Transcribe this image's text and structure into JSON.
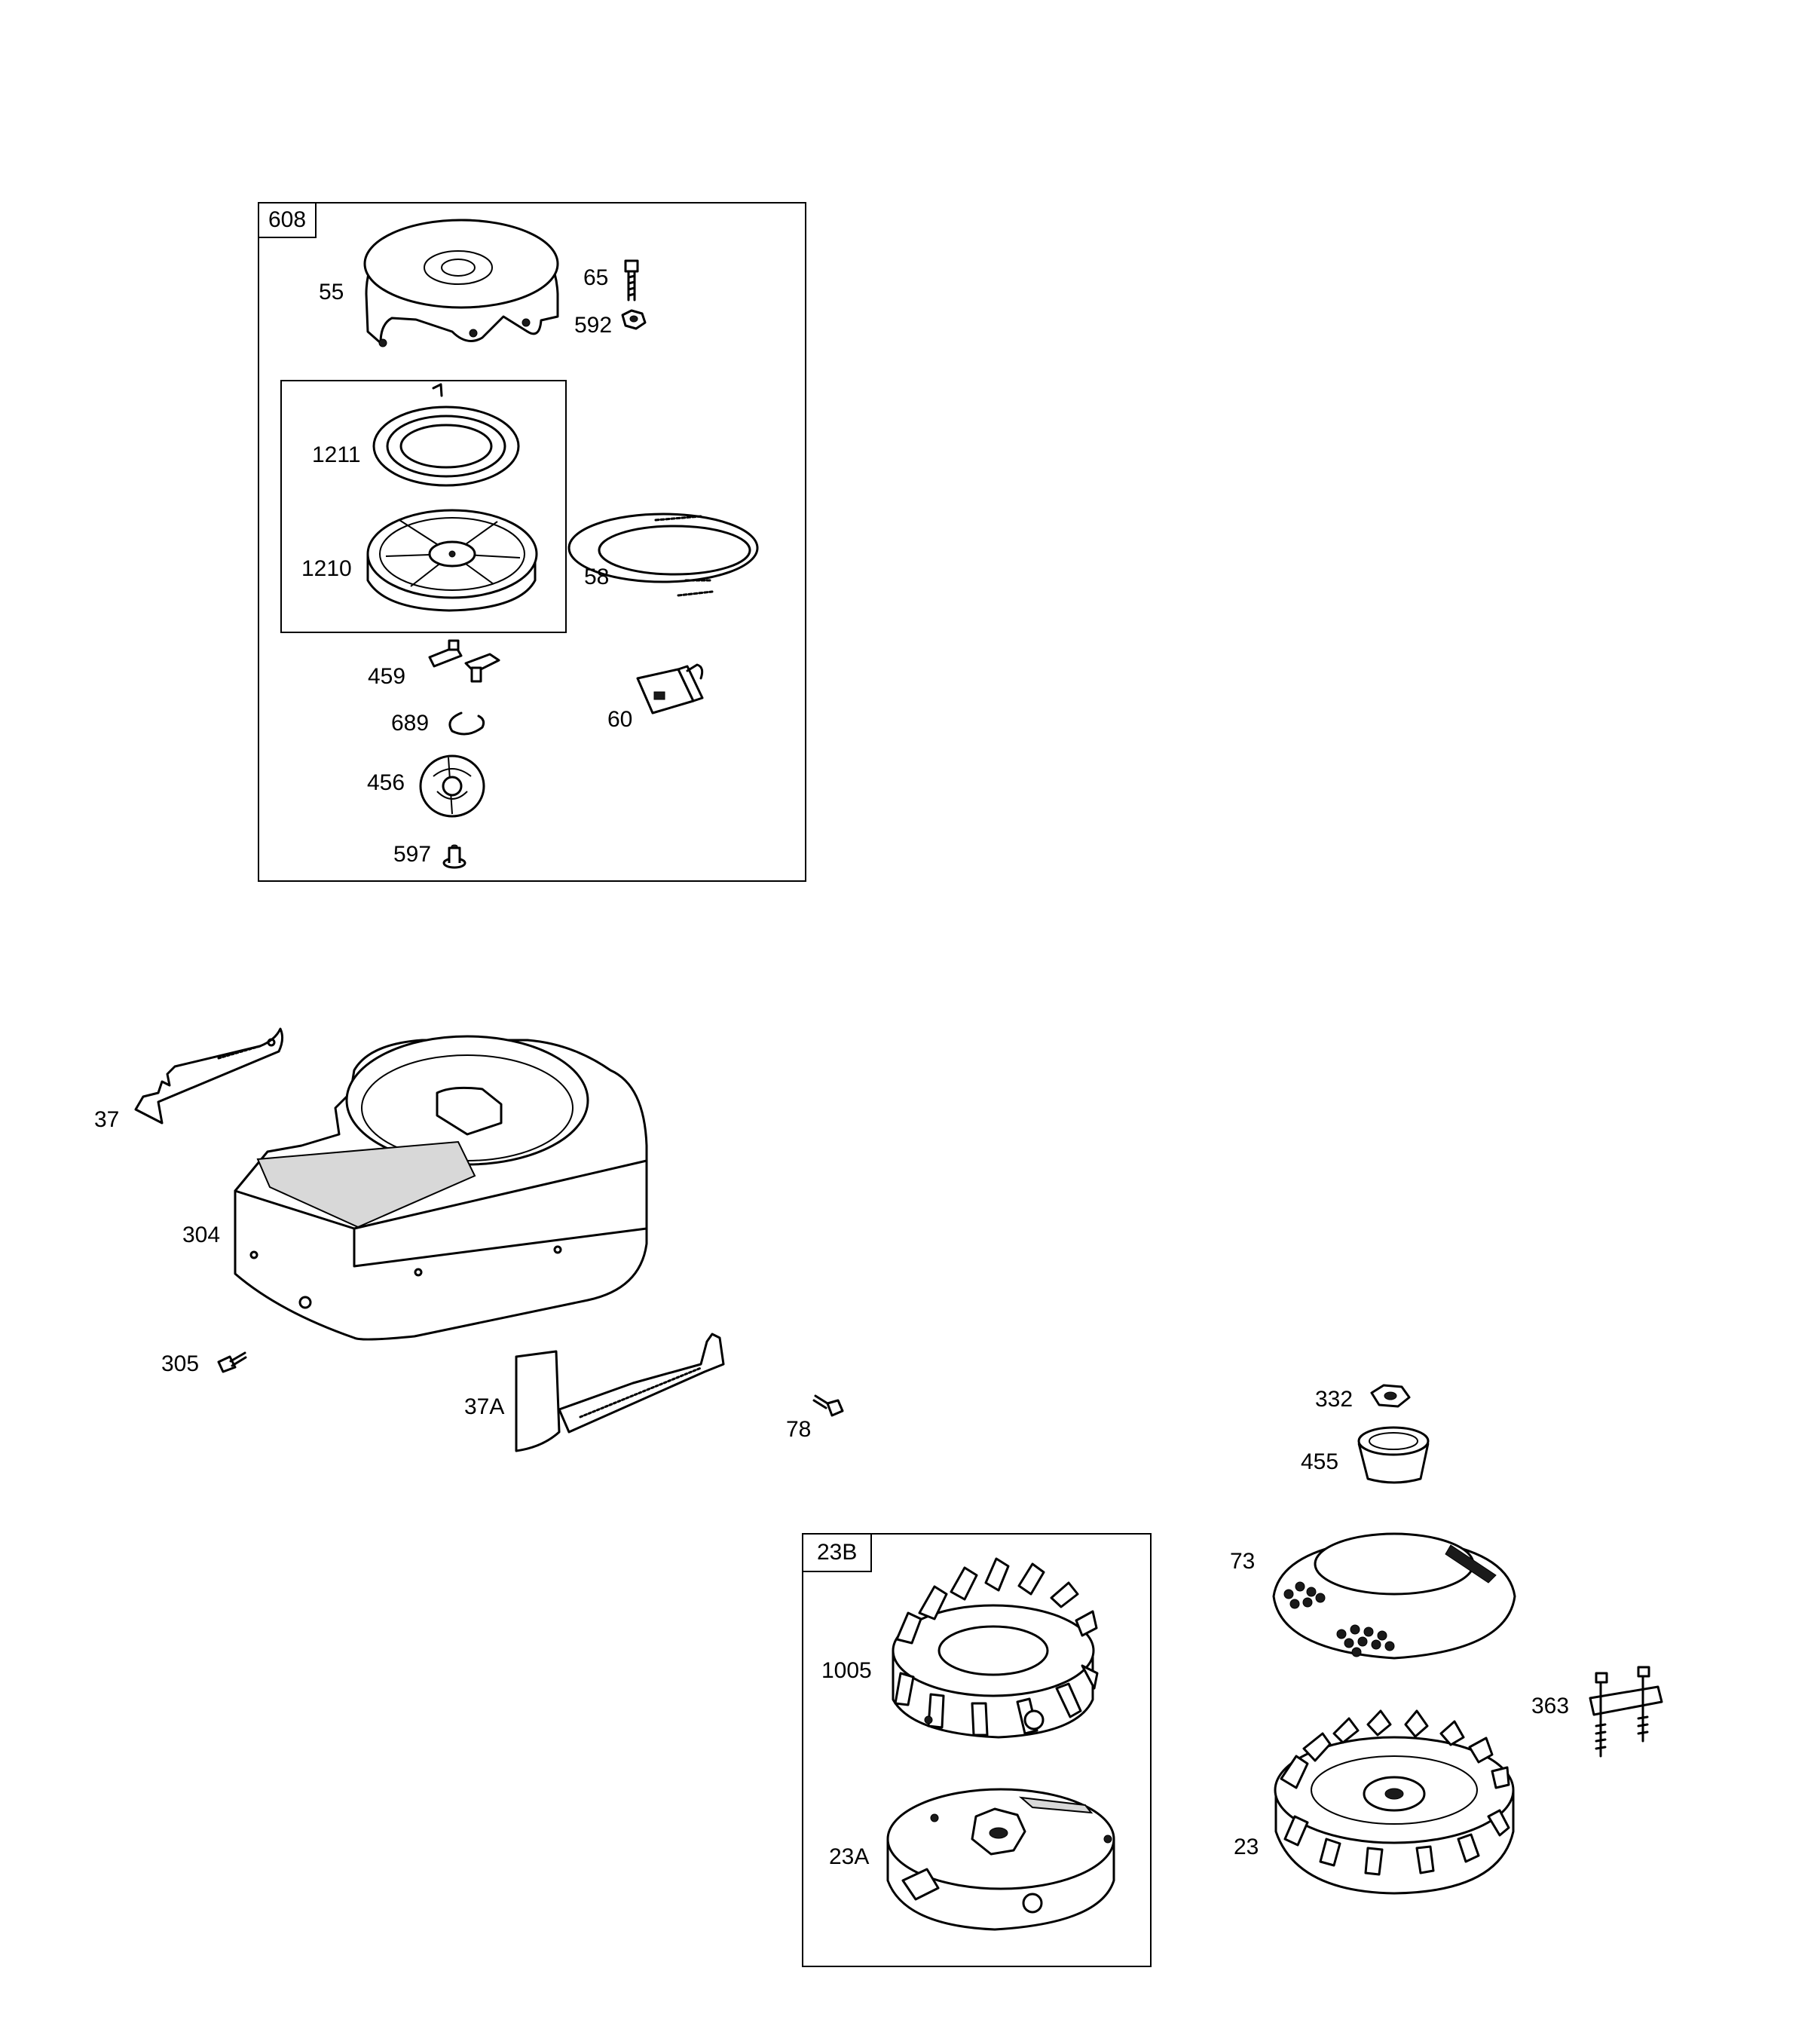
{
  "groups": {
    "kit_608": "608",
    "kit_23b": "23B"
  },
  "parts": {
    "p55": "55",
    "p65": "65",
    "p592": "592",
    "p1211": "1211",
    "p1210": "1210",
    "p58": "58",
    "p459": "459",
    "p60": "60",
    "p689": "689",
    "p456": "456",
    "p597": "597",
    "p37": "37",
    "p304": "304",
    "p305": "305",
    "p37a": "37A",
    "p78": "78",
    "p332": "332",
    "p455": "455",
    "p73": "73",
    "p363": "363",
    "p23": "23",
    "p1005": "1005",
    "p23a": "23A"
  }
}
